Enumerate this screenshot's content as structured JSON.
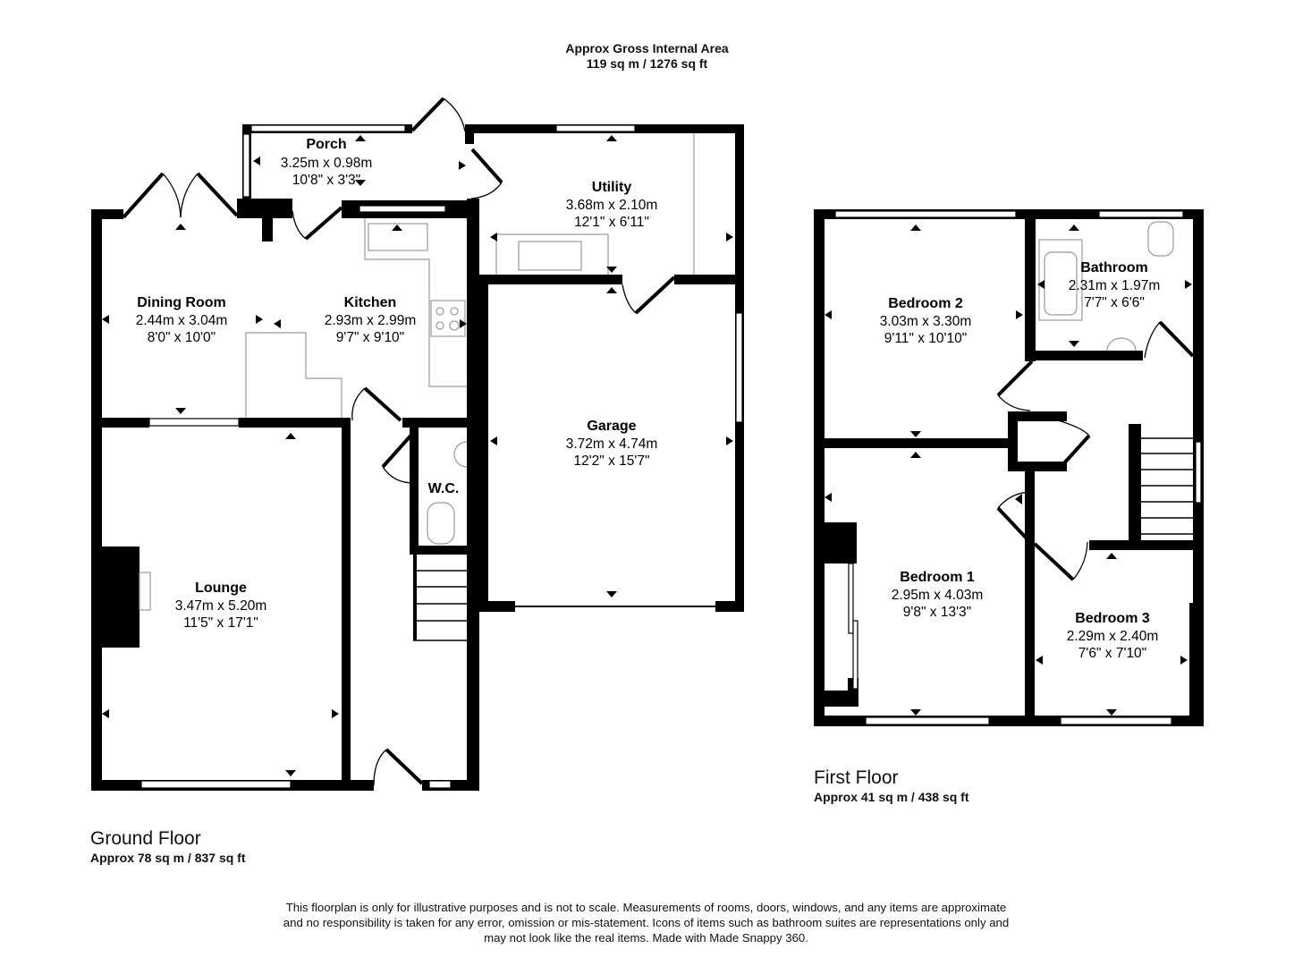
{
  "header": {
    "title": "Approx Gross Internal Area",
    "area": "119 sq m / 1276 sq ft"
  },
  "floors": [
    {
      "name": "Ground Floor",
      "area": "Approx 78 sq m / 837 sq ft",
      "rooms": [
        {
          "name": "Porch",
          "metric": "3.25m x 0.98m",
          "imperial": "10'8\" x 3'3\""
        },
        {
          "name": "Utility",
          "metric": "3.68m x 2.10m",
          "imperial": "12'1\" x 6'11\""
        },
        {
          "name": "Dining Room",
          "metric": "2.44m x 3.04m",
          "imperial": "8'0\" x 10'0\""
        },
        {
          "name": "Kitchen",
          "metric": "2.93m x 2.99m",
          "imperial": "9'7\" x 9'10\""
        },
        {
          "name": "Garage",
          "metric": "3.72m x 4.74m",
          "imperial": "12'2\" x 15'7\""
        },
        {
          "name": "W.C.",
          "metric": "",
          "imperial": ""
        },
        {
          "name": "Lounge",
          "metric": "3.47m x 5.20m",
          "imperial": "11'5\" x 17'1\""
        }
      ]
    },
    {
      "name": "First Floor",
      "area": "Approx 41 sq m / 438 sq ft",
      "rooms": [
        {
          "name": "Bedroom 2",
          "metric": "3.03m x 3.30m",
          "imperial": "9'11\" x 10'10\""
        },
        {
          "name": "Bathroom",
          "metric": "2.31m x 1.97m",
          "imperial": "7'7\" x 6'6\""
        },
        {
          "name": "Bedroom 1",
          "metric": "2.95m x 4.03m",
          "imperial": "9'8\" x 13'3\""
        },
        {
          "name": "Bedroom 3",
          "metric": "2.29m x 2.40m",
          "imperial": "7'6\" x 7'10\""
        }
      ]
    }
  ],
  "disclaimer": {
    "line1": "This floorplan is only for illustrative purposes and is not to scale. Measurements of rooms, doors, windows, and any items are approximate",
    "line2": "and no responsibility is taken for any error, omission or mis-statement. Icons of items such as bathroom suites are representations only and",
    "line3": "may not look like the real items. Made with Made Snappy 360."
  },
  "colors": {
    "wall": "#000000",
    "fixture": "#9a9a9a",
    "background": "#ffffff"
  }
}
